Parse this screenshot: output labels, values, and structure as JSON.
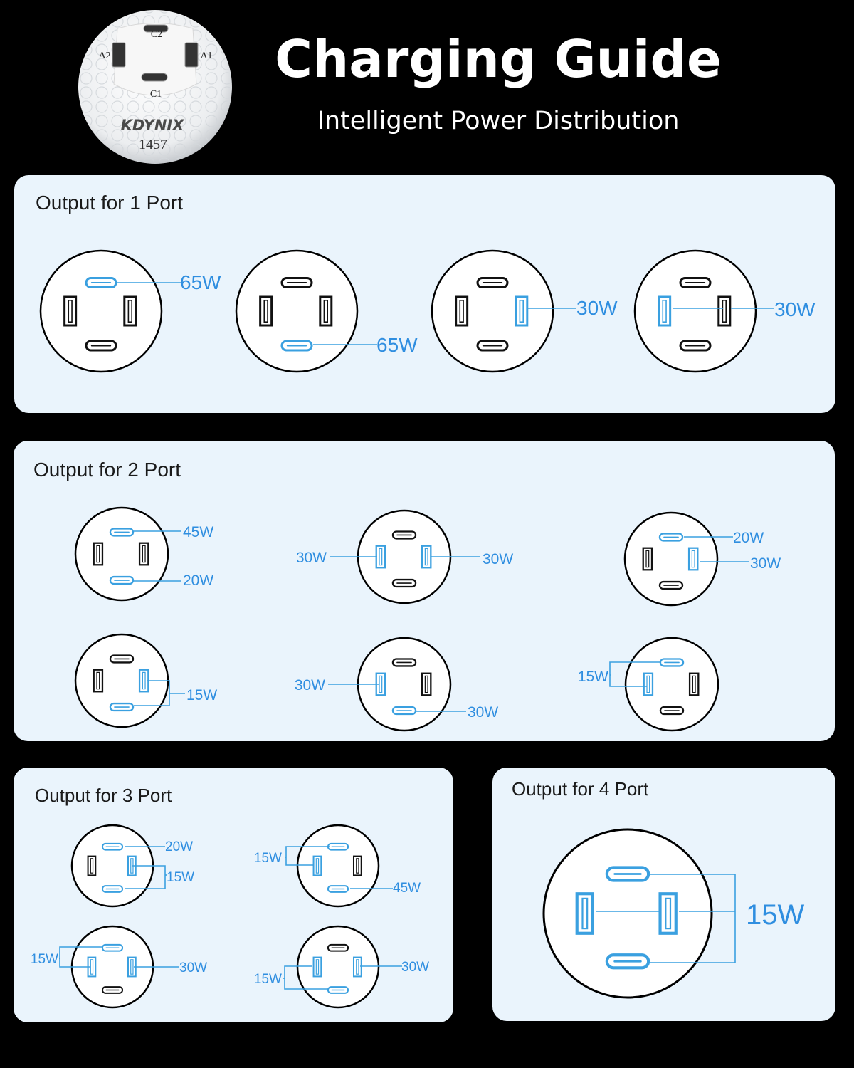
{
  "header": {
    "title": "Charging Guide",
    "subtitle": "Intelligent Power Distribution"
  },
  "product": {
    "brand": "KDYNIX",
    "model": "1457",
    "port_labels": [
      "C2",
      "A2",
      "A1",
      "C1"
    ]
  },
  "colors": {
    "background": "#000000",
    "panel": "#eaf4fc",
    "active": "#3aa0e0",
    "label": "#2f8ee0",
    "inactive": "#111111"
  },
  "sections": [
    {
      "title": "Output for 1 Port",
      "diagrams": [
        {
          "active": [
            "C2"
          ],
          "labels": [
            "65W"
          ]
        },
        {
          "active": [
            "C1"
          ],
          "labels": [
            "65W"
          ]
        },
        {
          "active": [
            "A1"
          ],
          "labels": [
            "30W"
          ]
        },
        {
          "active": [
            "A2"
          ],
          "labels": [
            "30W"
          ]
        }
      ]
    },
    {
      "title": "Output for 2 Port",
      "diagrams": [
        {
          "active": [
            "C2",
            "C1"
          ],
          "labels": [
            "45W",
            "20W"
          ]
        },
        {
          "active": [
            "A2",
            "A1"
          ],
          "labels": [
            "30W",
            "30W"
          ]
        },
        {
          "active": [
            "C2",
            "A1"
          ],
          "labels": [
            "20W",
            "30W"
          ]
        },
        {
          "active": [
            "C1",
            "A1"
          ],
          "labels": [
            "15W"
          ]
        },
        {
          "active": [
            "A2",
            "C1"
          ],
          "labels": [
            "30W",
            "30W"
          ]
        },
        {
          "active": [
            "C2",
            "A2"
          ],
          "labels": [
            "15W"
          ]
        }
      ]
    },
    {
      "title": "Output for 3 Port",
      "diagrams": [
        {
          "active": [
            "C2",
            "A1",
            "C1"
          ],
          "labels": [
            "20W",
            "15W"
          ]
        },
        {
          "active": [
            "C2",
            "A2",
            "C1"
          ],
          "labels": [
            "15W",
            "45W"
          ]
        },
        {
          "active": [
            "C2",
            "A2",
            "A1"
          ],
          "labels": [
            "15W",
            "30W"
          ]
        },
        {
          "active": [
            "A2",
            "A1",
            "C1"
          ],
          "labels": [
            "15W",
            "30W"
          ]
        }
      ]
    },
    {
      "title": "Output for 4 Port",
      "diagrams": [
        {
          "active": [
            "C2",
            "A2",
            "A1",
            "C1"
          ],
          "labels": [
            "15W"
          ]
        }
      ]
    }
  ]
}
